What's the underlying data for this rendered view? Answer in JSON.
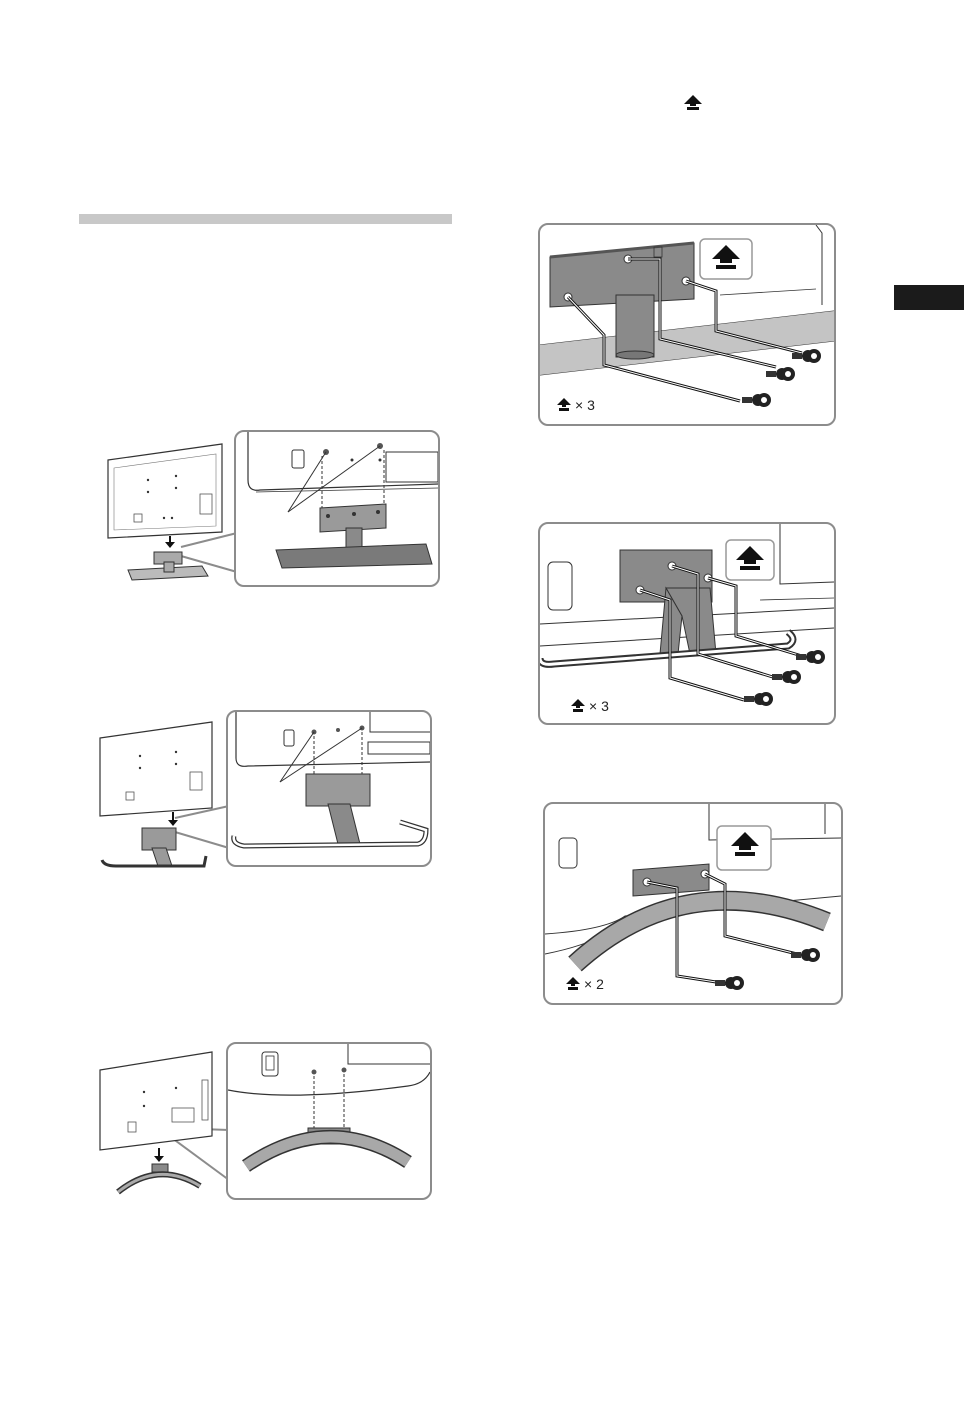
{
  "header": {
    "screw_icon": "screw-head-up-arrow-icon"
  },
  "section_tab": {
    "color": "#1b1b1b"
  },
  "screw_counts": {
    "a": "× 3",
    "b": "× 3",
    "c": "× 2"
  },
  "colors": {
    "panel_border": "#8c8c8c",
    "rule": "#c8c8c8",
    "stand_fill": "#8a8a8a",
    "line": "#333333"
  }
}
